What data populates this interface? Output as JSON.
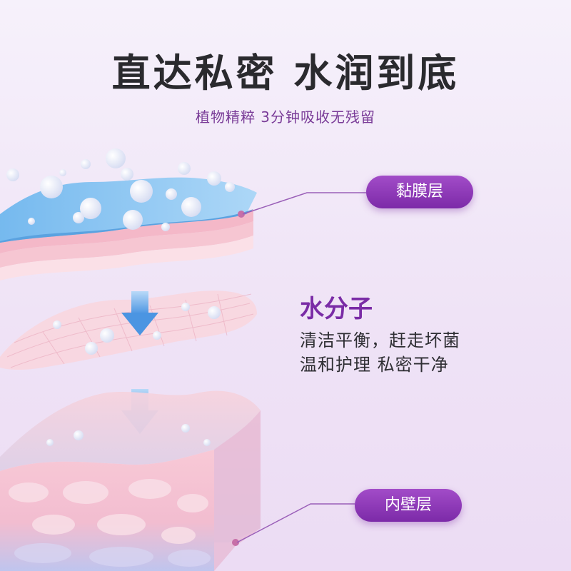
{
  "header": {
    "title": "直达私密 水润到底",
    "subtitle": "植物精粹 3分钟吸收无残留"
  },
  "labels": {
    "mucosa_layer": "黏膜层",
    "inner_wall_layer": "内壁层"
  },
  "info": {
    "heading": "水分子",
    "line1": "清洁平衡，赶走坏菌",
    "line2": "温和护理 私密干净"
  },
  "colors": {
    "accent": "#7c2aa8",
    "title": "#2a2a2e",
    "water_layer": "#7fc0ef",
    "pink_layer": "#f7cfd9",
    "arrow": "#5a9fe6"
  },
  "icons": {
    "arrow_1": "down-arrow-icon",
    "arrow_2": "down-arrow-icon"
  }
}
